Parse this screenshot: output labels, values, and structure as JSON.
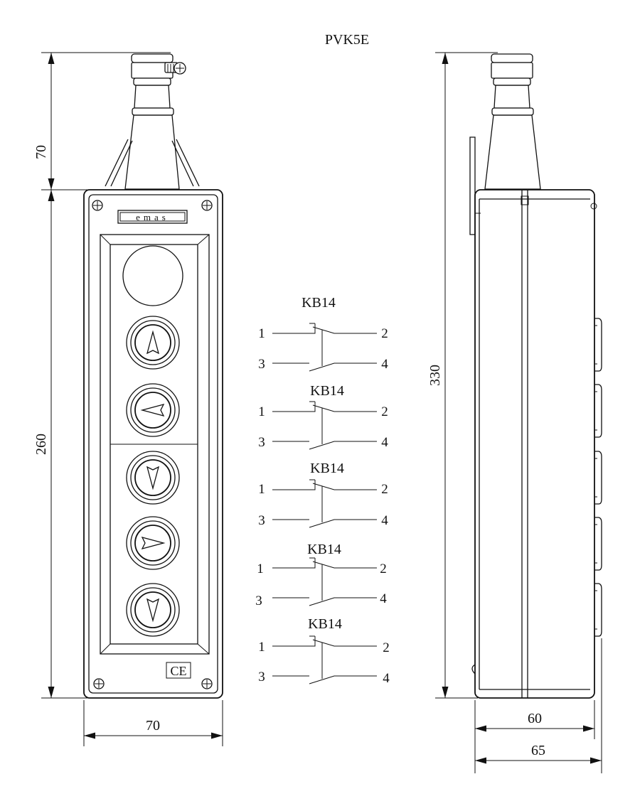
{
  "title": "PVK5E",
  "front_view": {
    "height_body_label": "260",
    "height_gland_label": "70",
    "width_label": "70",
    "logo_text": "emas",
    "ce_mark": "CE",
    "buttons": [
      {
        "symbol": "arrow-up-icon"
      },
      {
        "symbol": "arrow-left-icon"
      },
      {
        "symbol": "arrow-down-icon"
      },
      {
        "symbol": "arrow-right-icon"
      },
      {
        "symbol": "arrow-down-icon"
      }
    ]
  },
  "contact_blocks": [
    {
      "name": "KB14",
      "t1": "1",
      "t2": "2",
      "t3": "3",
      "t4": "4"
    },
    {
      "name": "KB14",
      "t1": "1",
      "t2": "2",
      "t3": "3",
      "t4": "4"
    },
    {
      "name": "KB14",
      "t1": "1",
      "t2": "2",
      "t3": "3",
      "t4": "4"
    },
    {
      "name": "KB14",
      "t1": "1",
      "t2": "2",
      "t3": "3",
      "t4": "4"
    },
    {
      "name": "KB14",
      "t1": "1",
      "t2": "2",
      "t3": "3",
      "t4": "4"
    }
  ],
  "side_view": {
    "total_height_label": "330",
    "depth_body_label": "60",
    "depth_total_label": "65"
  }
}
